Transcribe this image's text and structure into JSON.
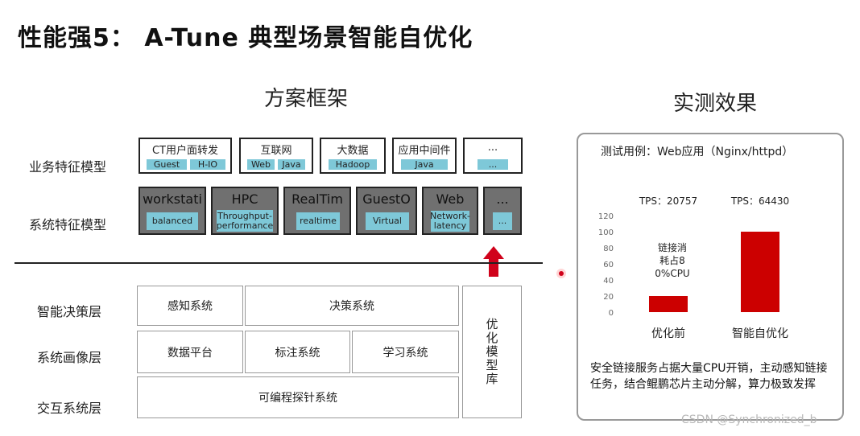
{
  "title": "性能强5： A-Tune 典型场景智能自优化",
  "left": {
    "heading": "方案框架",
    "row_labels": {
      "business": "业务特征模型",
      "system": "系统特征模型",
      "decision": "智能决策层",
      "profile": "系统画像层",
      "interact": "交互系统层"
    },
    "business_boxes": [
      {
        "name": "CT用户面转发",
        "tags": [
          "Guest",
          "H-IO"
        ]
      },
      {
        "name": "互联网",
        "tags": [
          "Web",
          "Java"
        ]
      },
      {
        "name": "大数据",
        "tags": [
          "Hadoop"
        ]
      },
      {
        "name": "应用中间件",
        "tags": [
          "Java"
        ]
      },
      {
        "name": "...",
        "tags": [
          "..."
        ]
      }
    ],
    "system_boxes": [
      {
        "name": "workstati",
        "tag": "balanced"
      },
      {
        "name": "HPC",
        "tag": "Throughput-performance"
      },
      {
        "name": "RealTim",
        "tag": "realtime"
      },
      {
        "name": "GuestO",
        "tag": "Virtual"
      },
      {
        "name": "Web",
        "tag": "Network-latency"
      },
      {
        "name": "...",
        "tag": "..."
      }
    ],
    "layers": {
      "perception": "感知系统",
      "decision": "决策系统",
      "data_platform": "数据平台",
      "annotation": "标注系统",
      "learning": "学习系统",
      "probe": "可编程探针系统",
      "model_lib": "优化模型库"
    },
    "colors": {
      "arrow": "#d0021b",
      "tag": "#7ec8d8",
      "sys_box": "#707070"
    }
  },
  "right": {
    "heading": "实测效果",
    "test_case": "测试用例：Web应用（Nginx/httpd）",
    "note": "链接消耗占80%CPU",
    "summary": "安全链接服务占据大量CPU开销，主动感知链接任务，结合鲲鹏芯片主动分解，算力极致发挥"
  },
  "chart_data": {
    "type": "bar",
    "categories": [
      "优化前",
      "智能自优化"
    ],
    "values": [
      20,
      100
    ],
    "data_labels": [
      "TPS：20757",
      "TPS：64430"
    ],
    "yticks": [
      0,
      20,
      40,
      60,
      80,
      100,
      120
    ],
    "ylim": [
      0,
      120
    ],
    "bar_color": "#cc0000",
    "grid": false
  },
  "watermark": "CSDN @Synchronized_b"
}
